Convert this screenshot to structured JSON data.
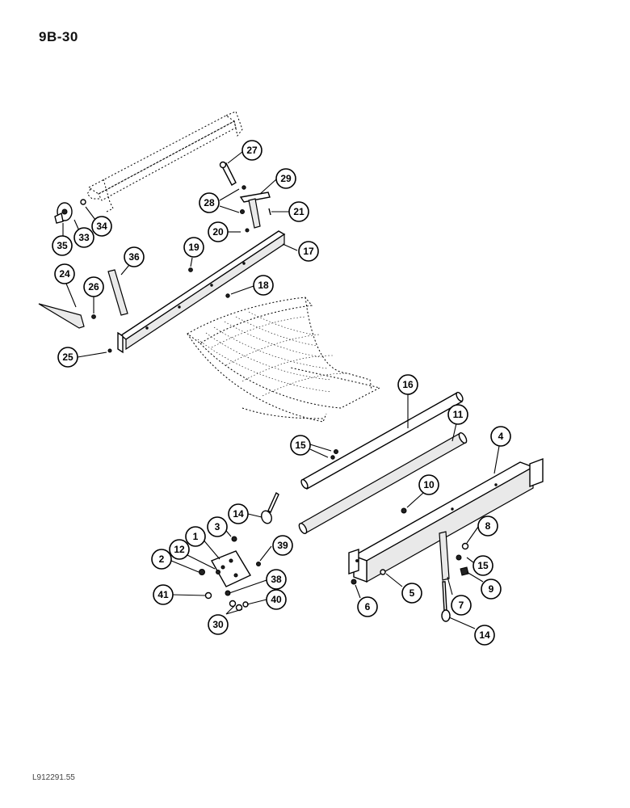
{
  "header": {
    "page_number": "9B-30"
  },
  "footer": {
    "drawing_id": "L912291.55"
  },
  "callouts": [
    {
      "label": "27",
      "icon": "callout-bubble"
    },
    {
      "label": "29",
      "icon": "callout-bubble"
    },
    {
      "label": "28",
      "icon": "callout-bubble"
    },
    {
      "label": "21",
      "icon": "callout-bubble"
    },
    {
      "label": "34",
      "icon": "callout-bubble"
    },
    {
      "label": "33",
      "icon": "callout-bubble"
    },
    {
      "label": "35",
      "icon": "callout-bubble"
    },
    {
      "label": "20",
      "icon": "callout-bubble"
    },
    {
      "label": "19",
      "icon": "callout-bubble"
    },
    {
      "label": "17",
      "icon": "callout-bubble"
    },
    {
      "label": "36",
      "icon": "callout-bubble"
    },
    {
      "label": "24",
      "icon": "callout-bubble"
    },
    {
      "label": "26",
      "icon": "callout-bubble"
    },
    {
      "label": "18",
      "icon": "callout-bubble"
    },
    {
      "label": "25",
      "icon": "callout-bubble"
    },
    {
      "label": "16",
      "icon": "callout-bubble"
    },
    {
      "label": "11",
      "icon": "callout-bubble"
    },
    {
      "label": "4",
      "icon": "callout-bubble"
    },
    {
      "label": "15",
      "icon": "callout-bubble"
    },
    {
      "label": "10",
      "icon": "callout-bubble"
    },
    {
      "label": "14",
      "icon": "callout-bubble"
    },
    {
      "label": "1",
      "icon": "callout-bubble"
    },
    {
      "label": "3",
      "icon": "callout-bubble"
    },
    {
      "label": "12",
      "icon": "callout-bubble"
    },
    {
      "label": "39",
      "icon": "callout-bubble"
    },
    {
      "label": "2",
      "icon": "callout-bubble"
    },
    {
      "label": "8",
      "icon": "callout-bubble"
    },
    {
      "label": "38",
      "icon": "callout-bubble"
    },
    {
      "label": "41",
      "icon": "callout-bubble"
    },
    {
      "label": "40",
      "icon": "callout-bubble"
    },
    {
      "label": "30",
      "icon": "callout-bubble"
    },
    {
      "label": "15",
      "icon": "callout-bubble"
    },
    {
      "label": "9",
      "icon": "callout-bubble"
    },
    {
      "label": "5",
      "icon": "callout-bubble"
    },
    {
      "label": "6",
      "icon": "callout-bubble"
    },
    {
      "label": "7",
      "icon": "callout-bubble"
    },
    {
      "label": "14",
      "icon": "callout-bubble"
    }
  ]
}
